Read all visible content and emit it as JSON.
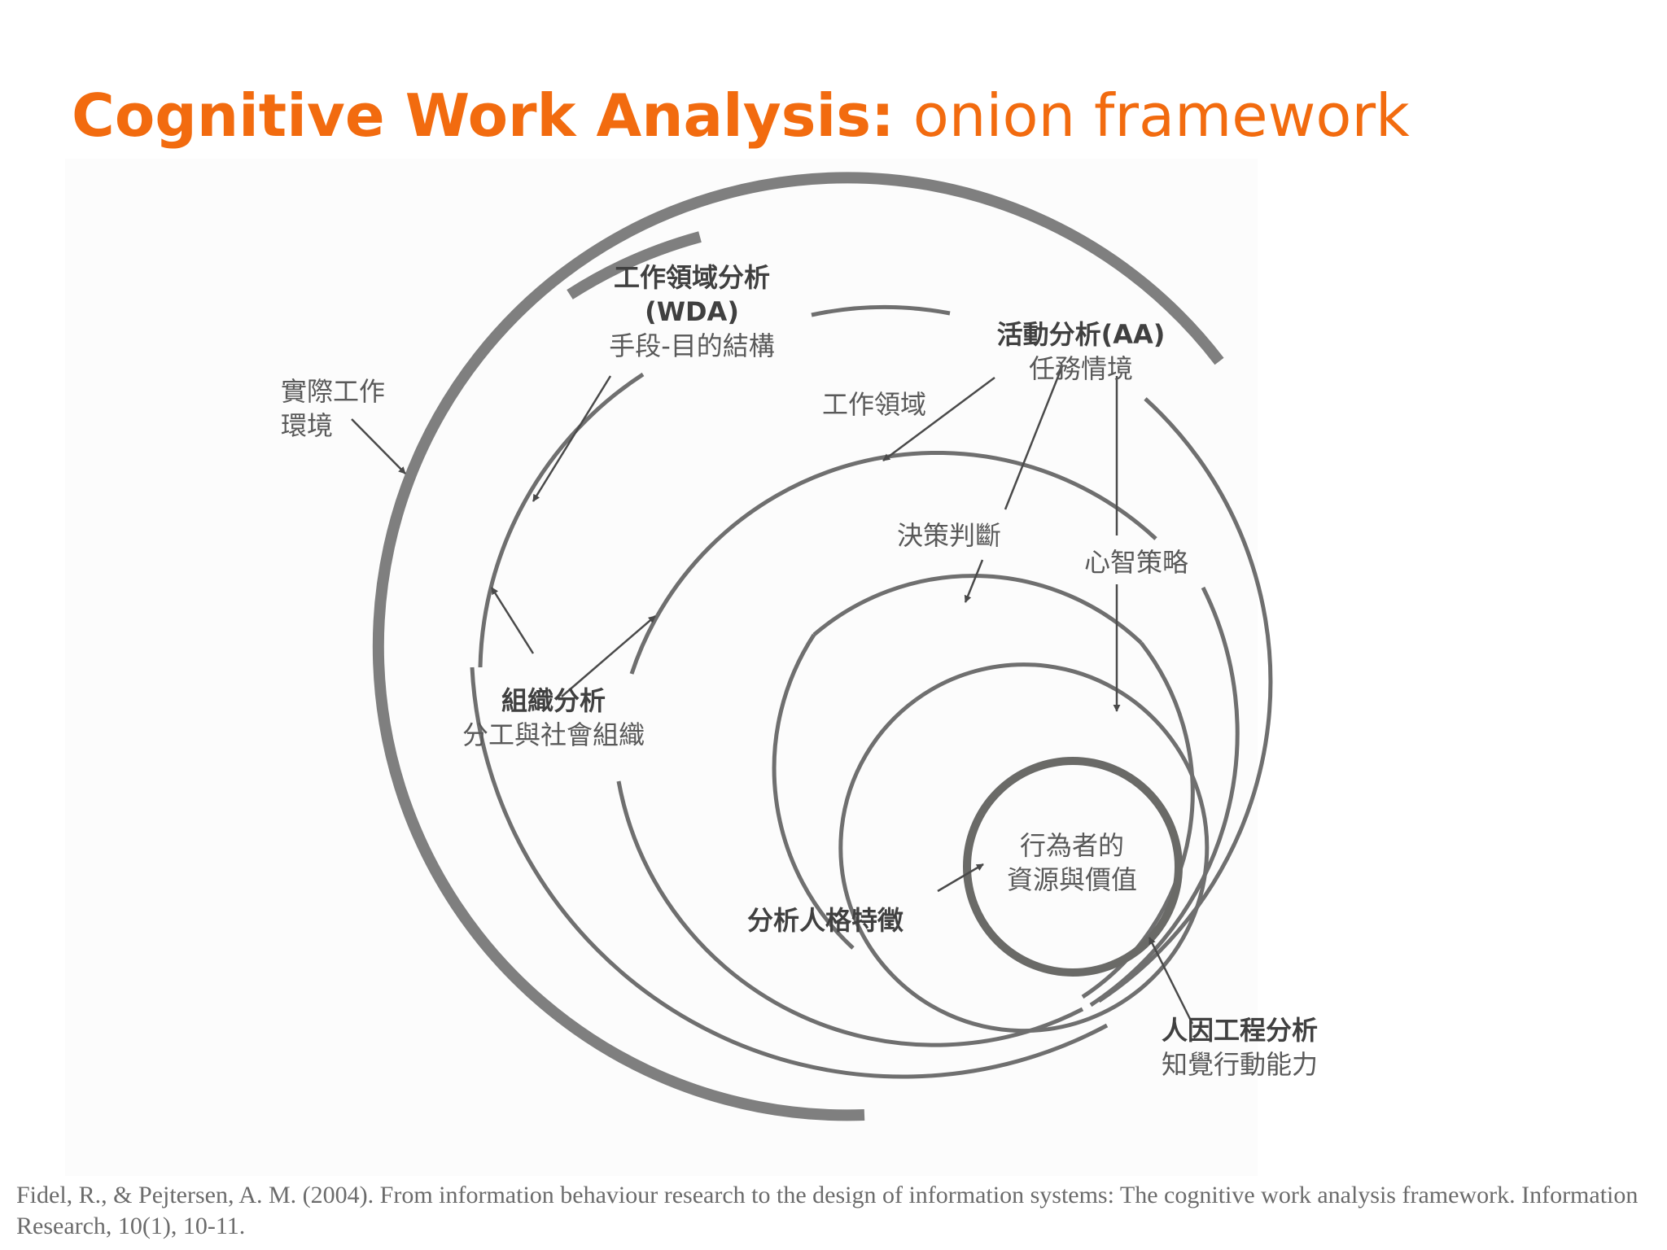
{
  "title": {
    "bold": "Cognitive Work Analysis:",
    "light": "onion framework"
  },
  "colors": {
    "title": "#F26B0F",
    "ring": "#7f7f7f",
    "inner_ring": "#6a6a67",
    "arrow": "#4a4a4a",
    "text": "#595959"
  },
  "labels": {
    "actual_env": {
      "line1": "實際工作",
      "line2": "環境"
    },
    "wda": {
      "line1": "工作領域分析",
      "line2": "(WDA)",
      "line3": "手段-目的結構"
    },
    "aa": {
      "line1": "活動分析(AA)",
      "line2": "任務情境"
    },
    "work_domain": "工作領域",
    "decision": "決策判斷",
    "mental": "心智策略",
    "org": {
      "line1": "組織分析",
      "line2": "分工與社會組織"
    },
    "actor": {
      "line1": "行為者的",
      "line2": "資源與價值"
    },
    "personality": "分析人格特徵",
    "hf": {
      "line1": "人因工程分析",
      "line2": "知覺行動能力"
    }
  },
  "citation": "Fidel, R., & Pejtersen, A. M. (2004). From information behaviour research to the design of information systems: The cognitive work analysis framework. Information Research, 10(1), 10-11."
}
